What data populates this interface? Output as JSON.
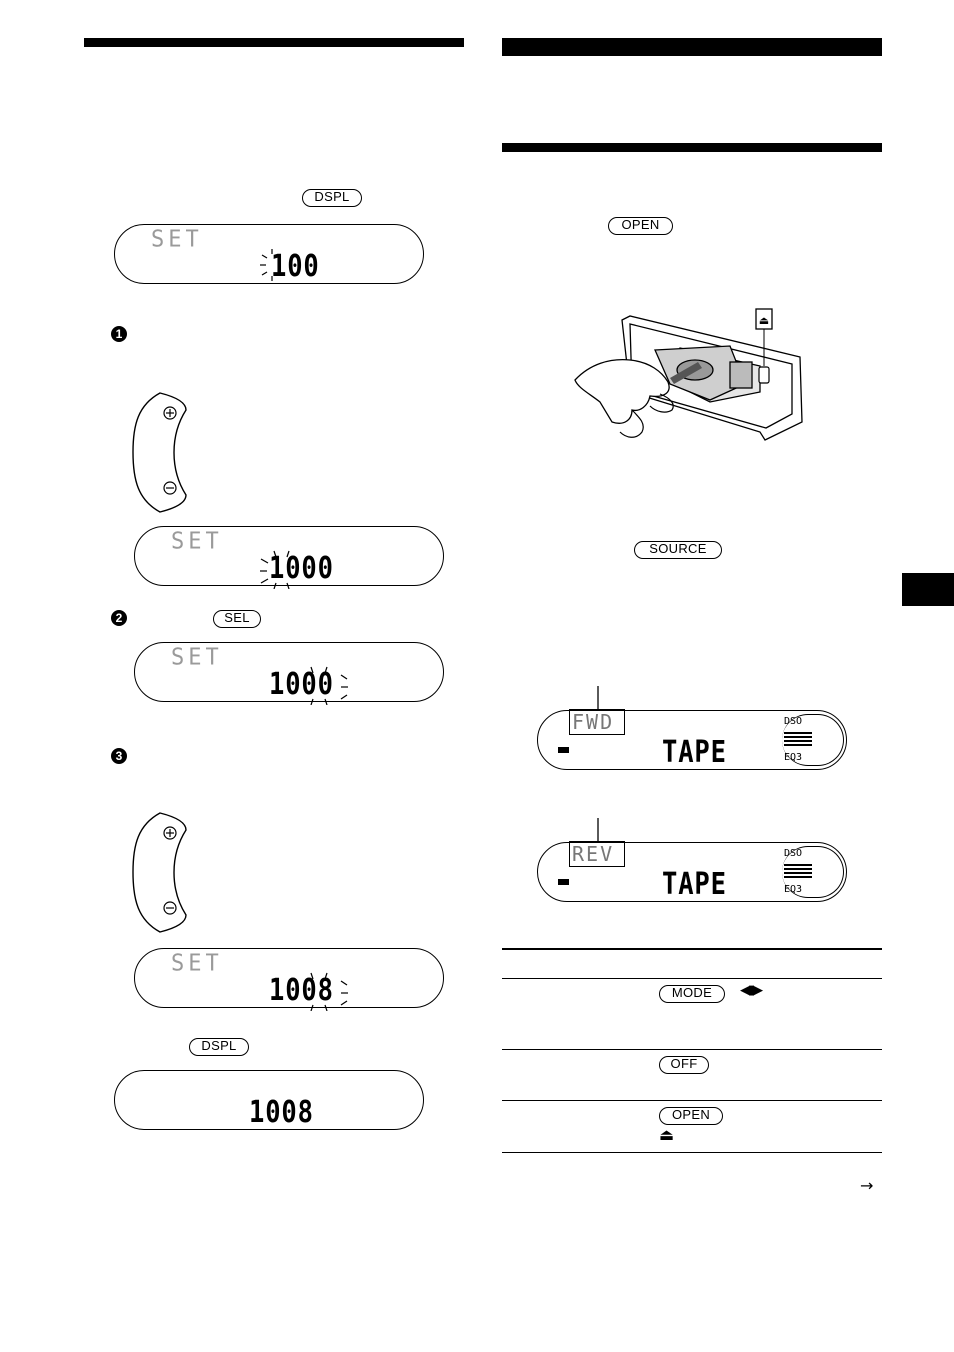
{
  "left_column": {
    "buttons": {
      "dspl_top": "DSPL",
      "sel": "SEL",
      "dspl_bottom": "DSPL"
    },
    "steps": [
      "1",
      "2",
      "3"
    ],
    "displays": [
      {
        "top": "SET",
        "value": "100"
      },
      {
        "top": "SET",
        "value": "1000"
      },
      {
        "top": "SET",
        "value": "1000"
      },
      {
        "top": "SET",
        "value": "1008"
      },
      {
        "top": "",
        "value": "1008"
      }
    ]
  },
  "right_column": {
    "buttons": {
      "open": "OPEN",
      "source": "SOURCE"
    },
    "eject_symbol": "⏏",
    "displays": [
      {
        "mode": "FWD",
        "source": "TAPE",
        "dso": "DSO",
        "eq": "EQ3"
      },
      {
        "mode": "REV",
        "source": "TAPE",
        "dso": "DSO",
        "eq": "EQ3"
      }
    ],
    "table": {
      "rows": [
        {
          "button": "MODE",
          "symbol": "◀▮▶"
        },
        {
          "button": "OFF",
          "symbol": ""
        },
        {
          "button": "OPEN",
          "symbol": "⏏"
        }
      ]
    },
    "continue_arrow": "→"
  }
}
